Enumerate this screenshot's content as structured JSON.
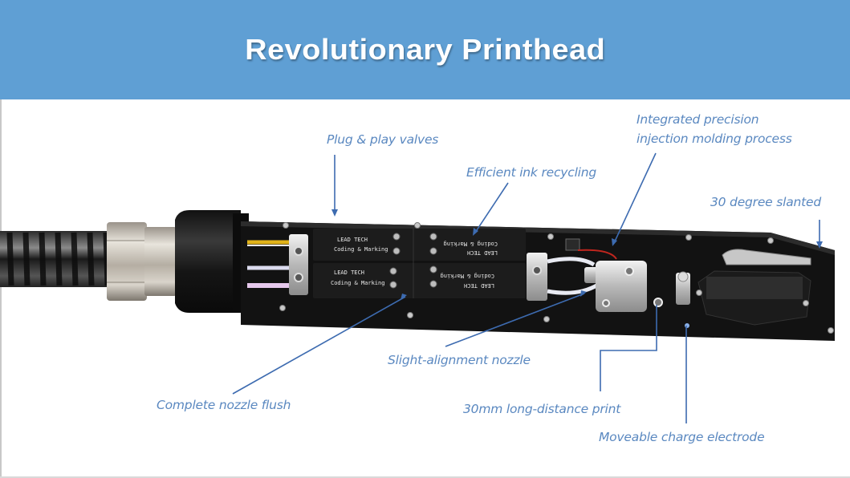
{
  "slide": {
    "title": "Revolutionary Printhead",
    "colors": {
      "header_bg": "#5f9fd4",
      "title_text": "#ffffff",
      "label_text": "#5a88c0",
      "leader_line": "#3d6bb0"
    }
  },
  "callouts": [
    {
      "id": "plug-play-valves",
      "text": "Plug & play valves"
    },
    {
      "id": "efficient-ink-recycling",
      "text": "Efficient ink recycling"
    },
    {
      "id": "integrated-precision",
      "line1": "Integrated precision",
      "line2": "injection molding process"
    },
    {
      "id": "30-degree-slanted",
      "text": "30 degree slanted"
    },
    {
      "id": "complete-nozzle-flush",
      "text": "Complete nozzle flush"
    },
    {
      "id": "slight-alignment-nozzle",
      "text": "Slight-alignment nozzle"
    },
    {
      "id": "30mm-long-distance-print",
      "text": "30mm long-distance print"
    },
    {
      "id": "moveable-charge-electrode",
      "text": "Moveable charge electrode"
    }
  ],
  "product_image": {
    "valve_labels": [
      {
        "brand": "LEAD TECH",
        "tagline": "Coding & Marking"
      },
      {
        "brand": "LEAD TECH",
        "tagline": "Coding & Marking"
      },
      {
        "brand": "LEAD TECH",
        "tagline": "Coding & Marking"
      },
      {
        "brand": "LEAD TECH",
        "tagline": "Coding & Marking"
      }
    ]
  }
}
